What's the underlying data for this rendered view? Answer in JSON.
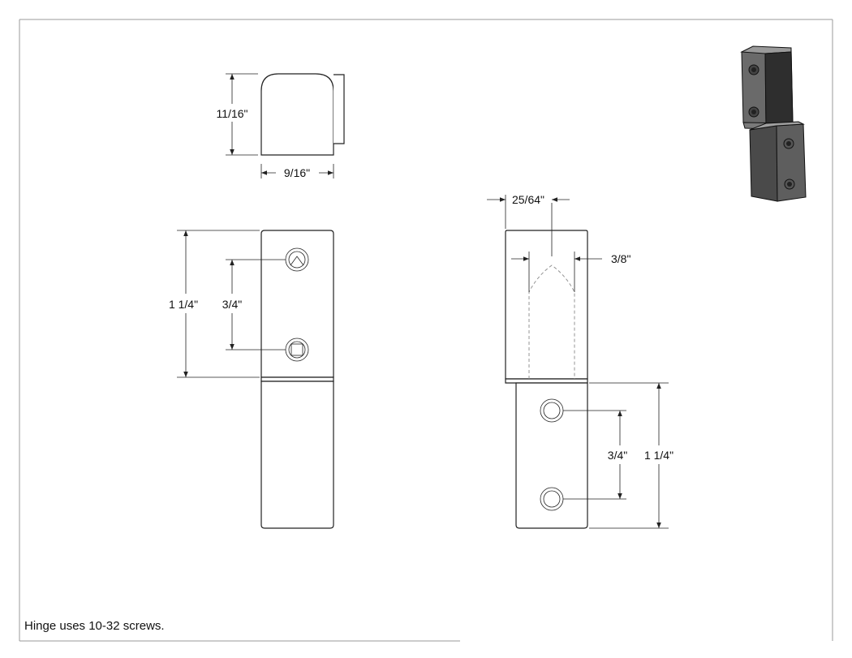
{
  "note": "Hinge uses 10-32 screws.",
  "top_view": {
    "height_label": "11/16\"",
    "width_label": "9/16\""
  },
  "front_view": {
    "overall_label": "1 1/4\"",
    "hole_spacing_label": "3/4\""
  },
  "side_view": {
    "offset_label": "25/64\"",
    "pin_label": "3/8\"",
    "hole_spacing_label": "3/4\"",
    "overall_label": "1 1/4\""
  },
  "colors": {
    "line": "#222222",
    "hidden_line": "#8a8a8a",
    "iso_dark": "#3a3a3a",
    "iso_mid": "#6a6a6a",
    "iso_light": "#9a9a9a"
  }
}
